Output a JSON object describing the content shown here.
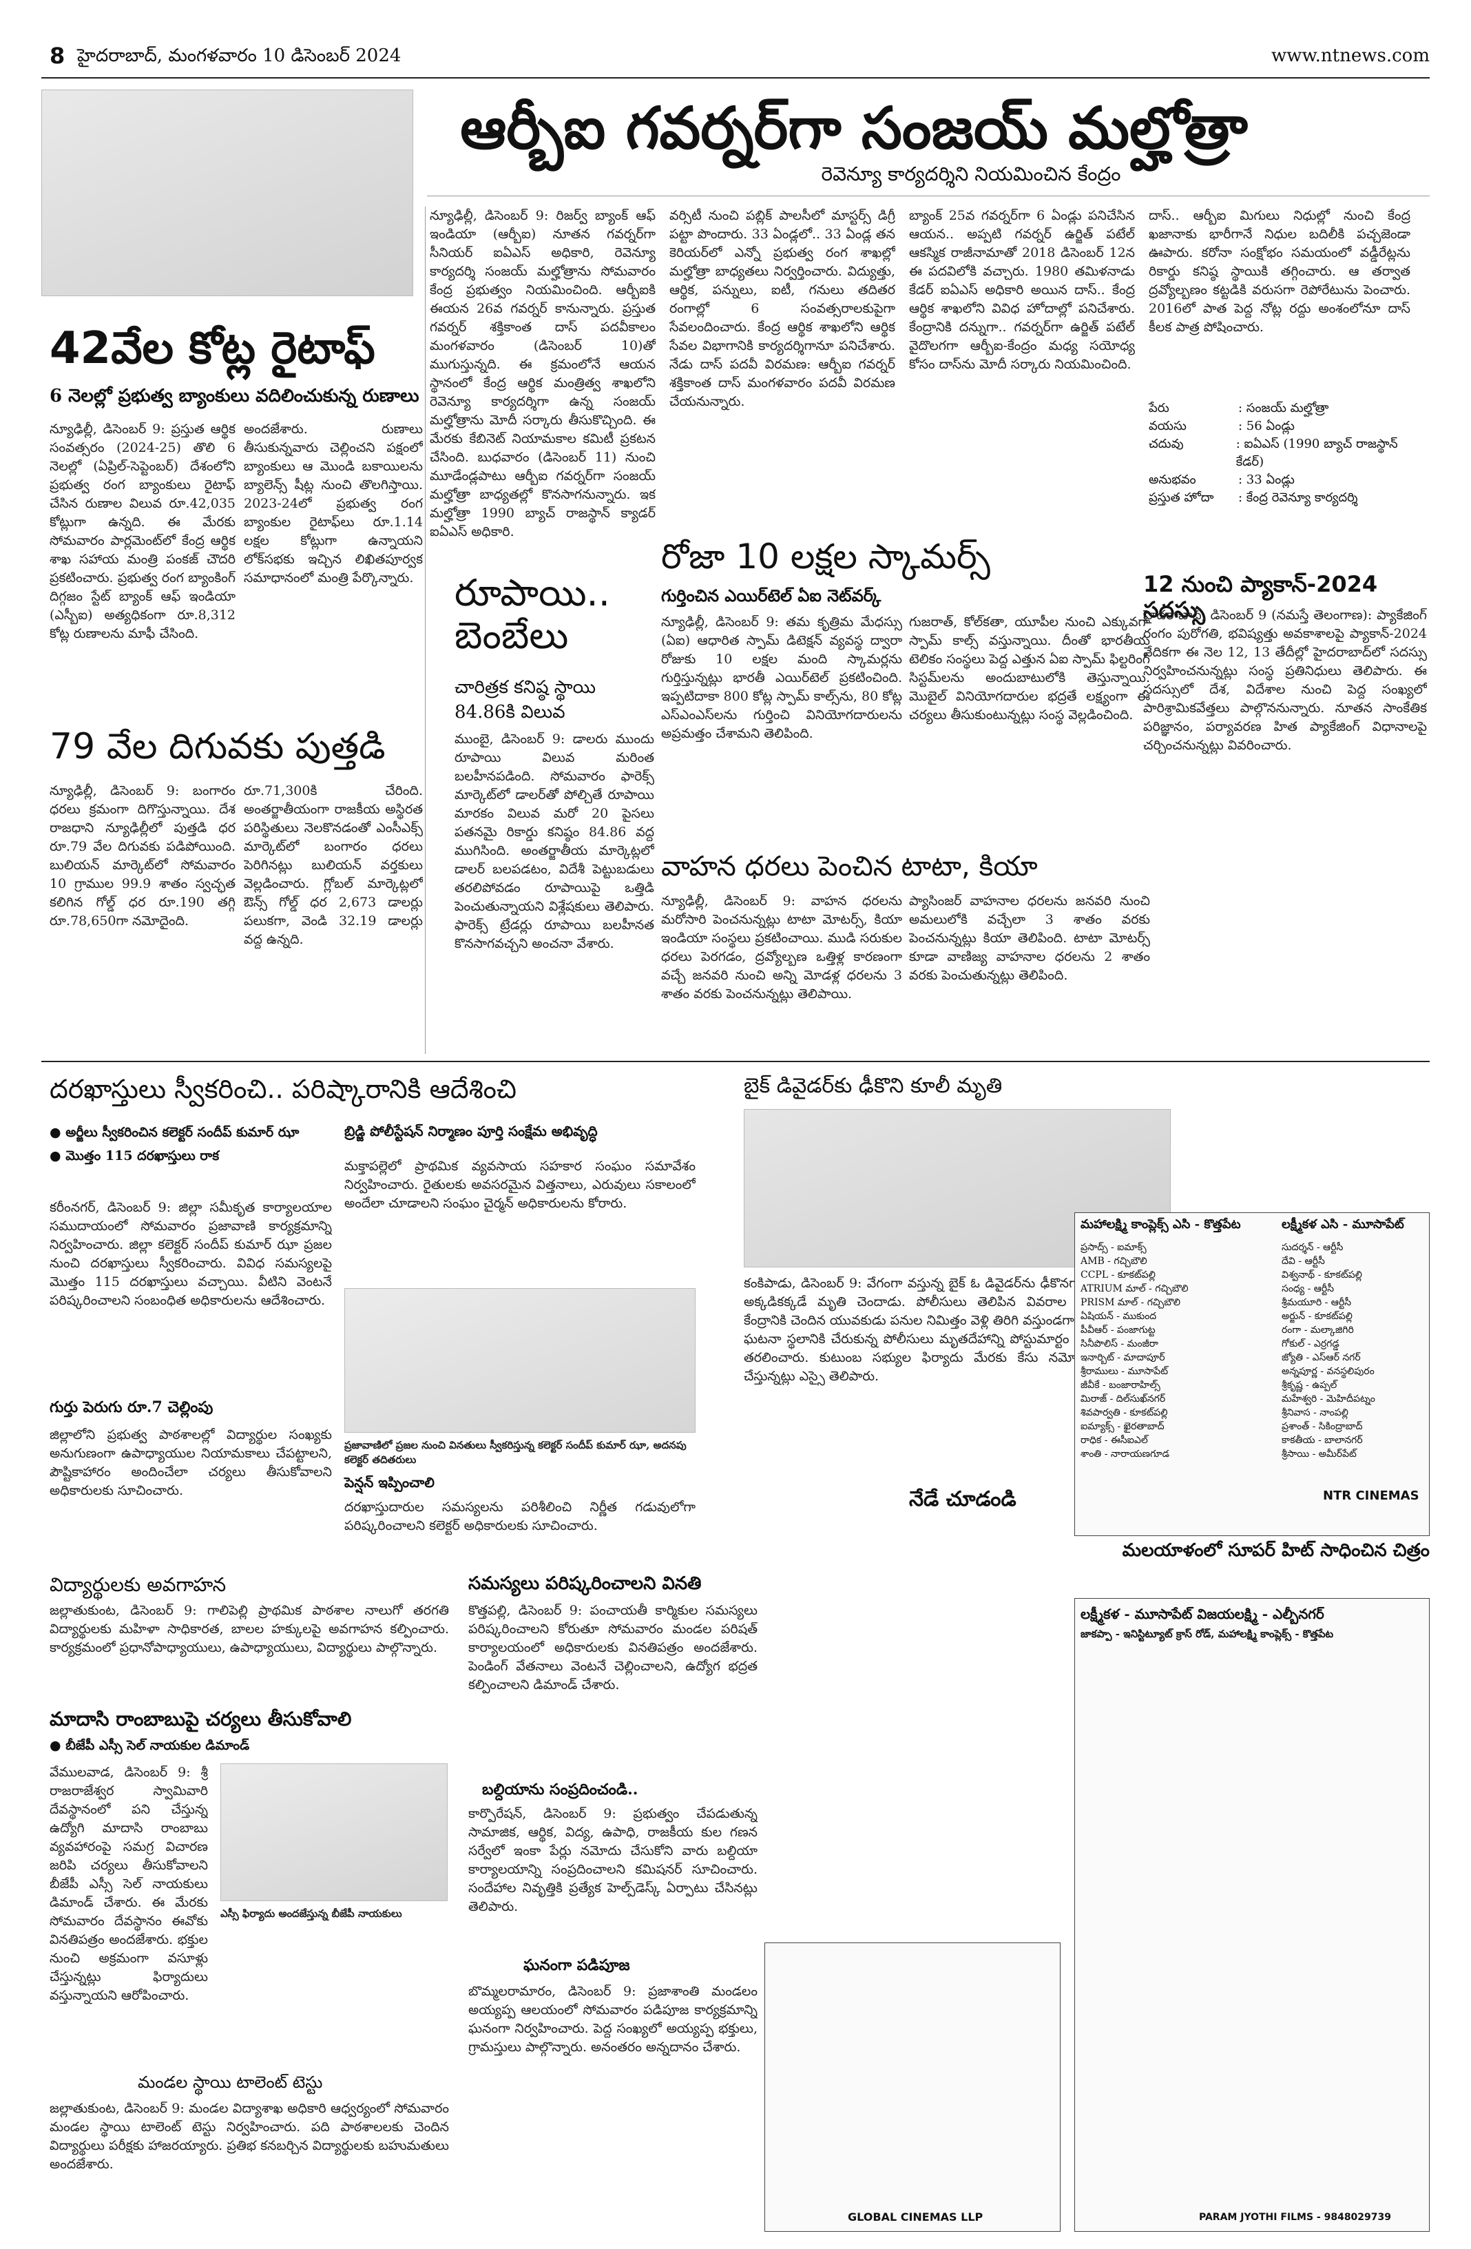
{
  "masthead": {
    "page_number": "8",
    "dateline": "హైదరాబాద్, మంగళవారం 10 డిసెంబర్ 2024",
    "website": "www.ntnews.com"
  },
  "lead": {
    "headline": "ఆర్బీఐ గవర్నర్‌గా సంజయ్ మల్హోత్రా",
    "subhead": "రెవెన్యూ కార్యదర్శిని నియమించిన కేంద్రం",
    "col1": "న్యూఢిల్లీ, డిసెంబర్ 9: రిజర్వ్ బ్యాంక్ ఆఫ్ ఇండియా (ఆర్బీఐ) నూతన గవర్నర్‌గా సీనియర్ ఐఏఎస్ అధికారి, రెవెన్యూ కార్యదర్శి సంజయ్ మల్హోత్రాను సోమవారం కేంద్ర ప్రభుత్వం నియమించింది. ఆర్బీఐకి ఈయన 26వ గవర్నర్ కానున్నారు. ప్రస్తుత గవర్నర్ శక్తికాంత దాస్ పదవీకాలం మంగళవారం (డిసెంబర్ 10)తో ముగుస్తున్నది. ఈ క్రమంలోనే ఆయన స్థానంలో కేంద్ర ఆర్థిక మంత్రిత్వ శాఖలోని రెవెన్యూ కార్యదర్శిగా ఉన్న సంజయ్ మల్హోత్రాను మోదీ సర్కారు తీసుకొచ్చింది. ఈ మేరకు కేబినెట్ నియామకాల కమిటీ ప్రకటన చేసింది. బుధవారం (డిసెంబర్ 11) నుంచి మూడేండ్లపాటు ఆర్బీఐ గవర్నర్‌గా సంజయ్ మల్హోత్రా బాధ్యతల్లో కొనసాగనున్నారు. ఇక మల్హోత్రా 1990 బ్యాచ్ రాజస్థాన్ క్యాడర్ ఐఏఎస్ అధికారి.",
    "col2": "వర్సిటీ నుంచి పబ్లిక్ పాలసీలో మాస్టర్స్ డిగ్రీ పట్టా పొందారు. 33 ఏండ్లలో.. 33 ఏండ్ల తన కెరియర్‌లో ఎన్నో ప్రభుత్వ రంగ శాఖల్లో మల్హోత్రా బాధ్యతలు నిర్వర్తించారు. విద్యుత్తు, ఆర్థిక, పన్నులు, ఐటీ, గనులు తదితర రంగాల్లో 6 సంవత్సరాలకుపైగా సేవలందించారు. కేంద్ర ఆర్థిక శాఖలోని ఆర్థిక సేవల విభాగానికి కార్యదర్శిగానూ పనిచేశారు. నేడు దాస్ పదవీ విరమణ: ఆర్బీఐ గవర్నర్ శక్తికాంత దాస్ మంగళవారం పదవీ విరమణ చేయనున్నారు.",
    "col3": "బ్యాంక్ 25వ గవర్నర్‌గా 6 ఏండ్లు పనిచేసిన ఆయన.. అప్పటి గవర్నర్ ఉర్జిత్ పటేల్ ఆకస్మిక రాజీనామాతో 2018 డిసెంబర్ 12న ఈ పదవిలోకి వచ్చారు. 1980 తమిళనాడు కేడర్ ఐఏఎస్ అధికారి అయిన దాస్.. కేంద్ర ఆర్థిక శాఖలోని వివిధ హోదాల్లో పనిచేశారు. కేంద్రానికి దన్నుగా.. గవర్నర్‌గా ఉర్జిత్ పటేల్ వైదొలగగా ఆర్బీఐ-కేంద్రం మధ్య సయోధ్య కోసం దాస్‌ను మోదీ సర్కారు నియమించింది.",
    "col4": "దాస్.. ఆర్బీఐ మిగులు నిధుల్లో నుంచి కేంద్ర ఖజానాకు భారీగానే నిధుల బదిలీకి పచ్చజెండా ఊపారు. కరోనా సంక్షోభం సమయంలో వడ్డీరేట్లను రికార్డు కనిష్ఠ స్థాయికి తగ్గించారు. ఆ తర్వాత ద్రవ్యోల్బణం కట్టడికి వరుసగా రెపోరేటును పెంచారు. 2016లో పాత పెద్ద నోట్ల రద్దు అంశంలోనూ దాస్ కీలక పాత్ర పోషించారు.",
    "profile": [
      {
        "key": "పేరు",
        "value": ": సంజయ్ మల్హోత్రా"
      },
      {
        "key": "వయసు",
        "value": ": 56 ఏండ్లు"
      },
      {
        "key": "చదువు",
        "value": ": ఐఏఎస్ (1990 బ్యాచ్ రాజస్థాన్ కేడర్)"
      },
      {
        "key": "అనుభవం",
        "value": ": 33 ఏండ్లు"
      },
      {
        "key": "ప్రస్తుత హోదా",
        "value": ": కేంద్ర రెవెన్యూ కార్యదర్శి"
      }
    ]
  },
  "writeoff": {
    "headline": "42వేల కోట్ల రైటాఫ్",
    "subhead": "6 నెలల్లో ప్రభుత్వ బ్యాంకులు వదిలించుకున్న రుణాలు",
    "col1": "న్యూఢిల్లీ, డిసెంబర్ 9: ప్రస్తుత ఆర్థిక సంవత్సరం (2024-25) తొలి 6 నెలల్లో (ఏప్రిల్-సెప్టెంబర్) దేశంలోని ప్రభుత్వ రంగ బ్యాంకులు రైటాఫ్ చేసిన రుణాల విలువ రూ.42,035 కోట్లుగా ఉన్నది. ఈ మేరకు సోమవారం పార్లమెంట్‌లో కేంద్ర ఆర్థిక శాఖ సహాయ మంత్రి పంకజ్ చౌదరి ప్రకటించారు. ప్రభుత్వ రంగ బ్యాంకింగ్ దిగ్గజం స్టేట్ బ్యాంక్ ఆఫ్ ఇండియా (ఎస్బీఐ) అత్యధికంగా రూ.8,312 కోట్ల రుణాలను మాఫీ చేసింది.",
    "col2": "అందజేశారు. రుణాలు తీసుకున్నవారు చెల్లించని పక్షంలో బ్యాంకులు ఆ మొండి బకాయిలను బ్యాలెన్స్ షీట్ల నుంచి తొలగిస్తాయి. 2023-24లో ప్రభుత్వ రంగ బ్యాంకుల రైటాఫ్‌లు రూ.1.14 లక్షల కోట్లుగా ఉన్నాయని లోక్‌సభకు ఇచ్చిన లిఖితపూర్వక సమాధానంలో మంత్రి పేర్కొన్నారు."
  },
  "gold": {
    "headline": "79 వేల దిగువకు పుత్తడి",
    "col1": "న్యూఢిల్లీ, డిసెంబర్ 9: బంగారం ధరలు క్రమంగా దిగొస్తున్నాయి. దేశ రాజధాని న్యూఢిల్లీలో పుత్తడి ధర రూ.79 వేల దిగువకు పడిపోయింది. బులియన్ మార్కెట్‌లో సోమవారం 10 గ్రాముల 99.9 శాతం స్వచ్ఛత కలిగిన గోల్డ్ ధర రూ.190 తగ్గి రూ.78,650గా నమోదైంది.",
    "col2": "రూ.71,300కి చేరింది. అంతర్జాతీయంగా రాజకీయ అస్థిరత పరిస్థితులు నెలకొనడంతో ఎంసీఎక్స్ మార్కెట్‌లో బంగారం ధరలు పెరిగినట్లు బులియన్ వర్తకులు వెల్లడించారు. గ్లోబల్ మార్కెట్లలో ఔన్స్ గోల్డ్ ధర 2,673 డాలర్లు పలుకగా, వెండి 32.19 డాలర్లు వద్ద ఉన్నది."
  },
  "rupee": {
    "headline": "రూపాయి.. బెంబేలు",
    "subhead": "చారిత్రక కనిష్ఠ స్థాయి 84.86కి విలువ",
    "body": "ముంబై, డిసెంబర్ 9: డాలరు ముందు రూపాయి విలువ మరింత బలహీనపడింది. సోమవారం ఫారెక్స్ మార్కెట్‌లో డాలర్‌తో పోల్చితే రూపాయి మారకం విలువ మరో 20 పైసలు పతనమై రికార్డు కనిష్ఠం 84.86 వద్ద ముగిసింది. అంతర్జాతీయ మార్కెట్లలో డాలర్ బలపడటం, విదేశీ పెట్టుబడులు తరలిపోవడం రూపాయిపై ఒత్తిడి పెంచుతున్నాయని విశ్లేషకులు తెలిపారు. ఫారెక్స్ ట్రేడర్లు రూపాయి బలహీనత కొనసాగవచ్చని అంచనా వేశారు."
  },
  "roaming": {
    "headline": "రోజా 10 లక్షల స్కామర్స్",
    "subhead": "గుర్తించిన ఎయిర్‌టెల్ ఏఐ నెట్‌వర్క్",
    "col1": "న్యూఢిల్లీ, డిసెంబర్ 9: తమ కృత్రిమ మేధస్సు (ఏఐ) ఆధారిత స్పామ్ డిటెక్షన్ వ్యవస్థ ద్వారా రోజుకు 10 లక్షల మంది స్కామర్లను గుర్తిస్తున్నట్లు భారతీ ఎయిర్‌టెల్ ప్రకటించింది. ఇప్పటిదాకా 800 కోట్ల స్పామ్ కాల్స్‌ను, 80 కోట్ల ఎస్ఎంఎస్‌లను గుర్తించి వినియోగదారులను అప్రమత్తం చేశామని తెలిపింది.",
    "col2": "గుజరాత్, కోల్‌కతా, యూపీల నుంచి ఎక్కువగా స్పామ్ కాల్స్ వస్తున్నాయి. దీంతో భారతీయ టెలికం సంస్థలు పెద్ద ఎత్తున ఏఐ స్పామ్ ఫిల్టరింగ్ సిస్టమ్‌లను అందుబాటులోకి తెస్తున్నాయి. మొబైల్ వినియోగదారుల భద్రతే లక్ష్యంగా ఈ చర్యలు తీసుకుంటున్నట్లు సంస్థ వెల్లడించింది."
  },
  "prices": {
    "headline": "వాహన ధరలు పెంచిన టాటా, కియా",
    "col1": "న్యూఢిల్లీ, డిసెంబర్ 9: వాహన ధరలను మరోసారి పెంచనున్నట్లు టాటా మోటర్స్, కియా ఇండియా సంస్థలు ప్రకటించాయి. ముడి సరుకుల ధరలు పెరగడం, ద్రవ్యోల్బణ ఒత్తిళ్ల కారణంగా వచ్చే జనవరి నుంచి అన్ని మోడళ్ల ధరలను 3 శాతం వరకు పెంచనున్నట్లు తెలిపాయి.",
    "col2": "ప్యాసింజర్ వాహనాల ధరలను జనవరి నుంచి అమలులోకి వచ్చేలా 3 శాతం వరకు పెంచనున్నట్లు కియా తెలిపింది. టాటా మోటర్స్ కూడా వాణిజ్య వాహనాల ధరలను 2 శాతం వరకు పెంచుతున్నట్లు తెలిపింది."
  },
  "sadassu": {
    "headline": "12 నుంచి ప్యాకాన్-2024 సదస్సు",
    "body": "హైదరాబాద్, డిసెంబర్ 9 (నమస్తే తెలంగాణ): ప్యాకేజింగ్ రంగం పురోగతి, భవిష్యత్తు అవకాశాలపై ప్యాకాన్-2024 వేదికగా ఈ నెల 12, 13 తేదీల్లో హైదరాబాద్‌లో సదస్సు నిర్వహించనున్నట్లు సంస్థ ప్రతినిధులు తెలిపారు. ఈ సదస్సులో దేశ, విదేశాల నుంచి పెద్ద సంఖ్యలో పారిశ్రామికవేత్తలు పాల్గొననున్నారు. నూతన సాంకేతిక పరిజ్ఞానం, పర్యావరణ హిత ప్యాకేజింగ్ విధానాలపై చర్చించనున్నట్లు వివరించారు."
  },
  "petitions": {
    "headline": "దరఖాస్తులు స్వీకరించి.. పరిష్కారానికి ఆదేశించి",
    "bullets": [
      "అర్జీలు స్వీకరించిన కలెక్టర్ సందీప్ కుమార్ ఝా",
      "మొత్తం 115 దరఖాస్తులు రాక"
    ],
    "body": "కరీంనగర్, డిసెంబర్ 9: జిల్లా సమీకృత కార్యాలయాల సముదాయంలో సోమవారం ప్రజావాణి కార్యక్రమాన్ని నిర్వహించారు. జిల్లా కలెక్టర్ సందీప్ కుమార్ ఝా ప్రజల నుంచి దరఖాస్తులు స్వీకరించారు. వివిధ సమస్యలపై మొత్తం 115 దరఖాస్తులు వచ్చాయి. వీటిని వెంటనే పరిష్కరించాలని సంబంధిత అధికారులను ఆదేశించారు.",
    "sub": "గుర్తు పెరుగు రూ.7 చెల్లింపు",
    "body2": "జిల్లాలోని ప్రభుత్వ పాఠశాలల్లో విద్యార్థుల సంఖ్యకు అనుగుణంగా ఉపాధ్యాయుల నియామకాలు చేపట్టాలని, పౌష్టికాహారం అందించేలా చర్యలు తీసుకోవాలని అధికారులకు సూచించారు.",
    "col2_head": "బ్రిడ్జి పోలీస్టేషన్ నిర్మాణం పూర్తి సంక్షేమ అభివృద్ధి",
    "col2": "మక్తాపల్లెలో ప్రాథమిక వ్యవసాయ సహకార సంఘం సమావేశం నిర్వహించారు. రైతులకు అవసరమైన విత్తనాలు, ఎరువులు సకాలంలో అందేలా చూడాలని సంఘం చైర్మన్ అధికారులను కోరారు.",
    "caption": "ప్రజావాణిలో ప్రజల నుంచి వినతులు స్వీకరిస్తున్న కలెక్టర్ సందీప్ కుమార్ ఝా, అదనపు కలెక్టర్ తదితరులు",
    "col2_b_head": "పెన్షన్ ఇప్పించాలి",
    "col2_b": "దరఖాస్తుదారుల సమస్యలను పరిశీలించి నిర్ణీత గడువులోగా పరిష్కరించాలని కలెక్టర్ అధికారులకు సూచించారు."
  },
  "bike": {
    "headline": "బైక్ డివైడర్‌కు ఢీకొని కూలీ మృతి",
    "body": "కంకిపాడు, డిసెంబర్ 9: వేగంగా వస్తున్న బైక్ ఓ డివైడర్‌ను ఢీకొనగా బైక్‌పై ఉన్న కూలీ అక్కడికక్కడే మృతి చెందాడు. పోలీసులు తెలిపిన వివరాల ప్రకారం.. మండల కేంద్రానికి చెందిన యువకుడు పనుల నిమిత్తం వెళ్లి తిరిగి వస్తుండగా ప్రమాదం జరిగింది. ఘటనా స్థలానికి చేరుకున్న పోలీసులు మృతదేహాన్ని పోస్టుమార్టం నిమిత్తం ఆసుపత్రికి తరలించారు. కుటుంబ సభ్యుల ఫిర్యాదు మేరకు కేసు నమోదు చేసి దర్యాప్తు చేస్తున్నట్లు ఎస్సై తెలిపారు.",
    "caption": "నేడే చూడండి"
  },
  "students": {
    "headline": "విద్యార్థులకు అవగాహన",
    "body": "జల్లాతుకుంట, డిసెంబర్ 9: గాలిపెల్లి ప్రాథమిక పాఠశాల నాలుగో తరగతి విద్యార్థులకు మహిళా సాధికారత, బాలల హక్కులపై అవగాహన కల్పించారు. కార్యక్రమంలో ప్రధానోపాధ్యాయులు, ఉపాధ్యాయులు, విద్యార్థులు పాల్గొన్నారు."
  },
  "madasi": {
    "headline": "మాదాసి రాంబాబుపై చర్యలు తీసుకోవాలి",
    "bullet": "బీజేపీ ఎస్సీ సెల్ నాయకుల డిమాండ్",
    "body": "వేములవాడ, డిసెంబర్ 9: శ్రీ రాజరాజేశ్వర స్వామివారి దేవస్థానంలో పని చేస్తున్న ఉద్యోగి మాదాసి రాంబాబు వ్యవహారంపై సమగ్ర విచారణ జరిపి చర్యలు తీసుకోవాలని బీజేపీ ఎస్సీ సెల్ నాయకులు డిమాండ్ చేశారు. ఈ మేరకు సోమవారం దేవస్థానం ఈవోకు వినతిపత్రం అందజేశారు. భక్తుల నుంచి అక్రమంగా వసూళ్లు చేస్తున్నట్లు ఫిర్యాదులు వస్తున్నాయని ఆరోపించారు.",
    "caption": "ఎస్సీ ఫిర్యాదు అందజేస్తున్న బీజేపీ నాయకులు",
    "sub": "మండల స్థాయి టాలెంట్ టెస్టు",
    "body2": "జల్లాతుకుంట, డిసెంబర్ 9: మండల విద్యాశాఖ అధికారి ఆధ్వర్యంలో సోమవారం మండల స్థాయి టాలెంట్ టెస్టు నిర్వహించారు. పది పాఠశాలలకు చెందిన విద్యార్థులు పరీక్షకు హాజరయ్యారు. ప్రతిభ కనబర్చిన విద్యార్థులకు బహుమతులు అందజేశారు."
  },
  "problems": {
    "headline": "సమస్యలు పరిష్కరించాలని వినతి",
    "body": "కొత్తపల్లి, డిసెంబర్ 9: పంచాయతీ కార్మికుల సమస్యలు పరిష్కరించాలని కోరుతూ సోమవారం మండల పరిషత్ కార్యాలయంలో అధికారులకు వినతిపత్రం అందజేశారు. పెండింగ్ వేతనాలు వెంటనే చెల్లించాలని, ఉద్యోగ భద్రత కల్పించాలని డిమాండ్ చేశారు.",
    "sub": "బల్దియాను సంప్రదించండి..",
    "body2": "కార్పొరేషన్, డిసెంబర్ 9: ప్రభుత్వం చేపడుతున్న సామాజిక, ఆర్థిక, విద్య, ఉపాధి, రాజకీయ కుల గణన సర్వేలో ఇంకా పేర్లు నమోదు చేసుకోని వారు బల్దియా కార్యాలయాన్ని సంప్రదించాలని కమిషనర్ సూచించారు. సందేహాల నివృత్తికి ప్రత్యేక హెల్ప్‌డెస్క్ ఏర్పాటు చేసినట్లు తెలిపారు.",
    "sub2": "ఘనంగా పడిపూజ",
    "body3": "బొమ్మలరామారం, డిసెంబర్ 9: ప్రజాశాంతి మండలం అయ్యప్ప ఆలయంలో సోమవారం పడిపూజ కార్యక్రమాన్ని ఘనంగా నిర్వహించారు. పెద్ద సంఖ్యలో అయ్యప్ప భక్తులు, గ్రామస్తులు పాల్గొన్నారు. అనంతరం అన్నదానం చేశారు."
  },
  "ads": {
    "mahalakshmi_title": "మహాలక్ష్మి కాంప్లెక్స్ ఎసి - కొత్తపేట",
    "lakshmi_title": "లక్ష్మీకళ ఎసి - మూసాపేట్",
    "ntr": "NTR CINEMAS",
    "banner": "మలయాళంలో సూపర్ హిట్ సాధించిన చిత్రం",
    "lower_header": "లక్ష్మీకళ - మూసాపేట్    విజయలక్ష్మి - ఎల్బీనగర్",
    "lower_sub": "జాకప్పా - ఇనిస్టిట్యూట్ క్రాస్ రోడ్, మహాలక్ష్మి కాంప్లెక్స్ - కొత్తపేట",
    "global": "GLOBAL CINEMAS LLP",
    "param": "PARAM JYOTHI FILMS - 9848029739",
    "theatres_left": [
      "ప్రసాద్స్ - ఐమాక్స్",
      "AMB - గచ్చిబౌలి",
      "CCPL - కూకట్‌పల్లి",
      "ATRIUM మాల్ - గచ్చిబౌలి",
      "PRISM మాల్ - గచ్చిబౌలి",
      "ఏషియన్ - ముకుంద",
      "పీవీఆర్ - పంజాగుట్ట",
      "సినీపొలిస్ - మంజీరా",
      "ఇనార్బిట్ - మాదాపూర్",
      "శ్రీరాములు - మూసాపేట్",
      "జీవీకే - బంజారాహిల్స్",
      "మిరాజ్ - దిల్‌సుఖ్‌నగర్",
      "శివపార్వతి - కూకట్‌పల్లి",
      "ఐమ్యాక్స్ - ఖైరతాబాద్",
      "రాధిక - ఈసీఐఎల్",
      "శాంతి - నారాయణగూడ"
    ],
    "theatres_right": [
      "సుదర్శన్ - ఆర్టీసీ",
      "దేవి - ఆర్టీసీ",
      "విశ్వనాథ్ - కూకట్‌పల్లి",
      "సంధ్య - ఆర్టీసీ",
      "శ్రీమయూరి - ఆర్టీసీ",
      "అర్జున్ - కూకట్‌పల్లి",
      "రంగా - మల్కాజిగిరి",
      "గోకుల్ - ఎర్రగడ్డ",
      "జ్యోతి - ఎస్ఆర్ నగర్",
      "అన్నపూర్ణ - వనస్థలిపురం",
      "శ్రీకృష్ణ - ఉప్పల్",
      "మహేశ్వరి - మెహిదీపట్నం",
      "శ్రీనివాస - నాంపల్లి",
      "ప్రశాంత్ - సికింద్రాబాద్",
      "కాకతీయ - బాలానగర్",
      "శ్రీసాయి - అమీర్‌పేట్"
    ]
  }
}
